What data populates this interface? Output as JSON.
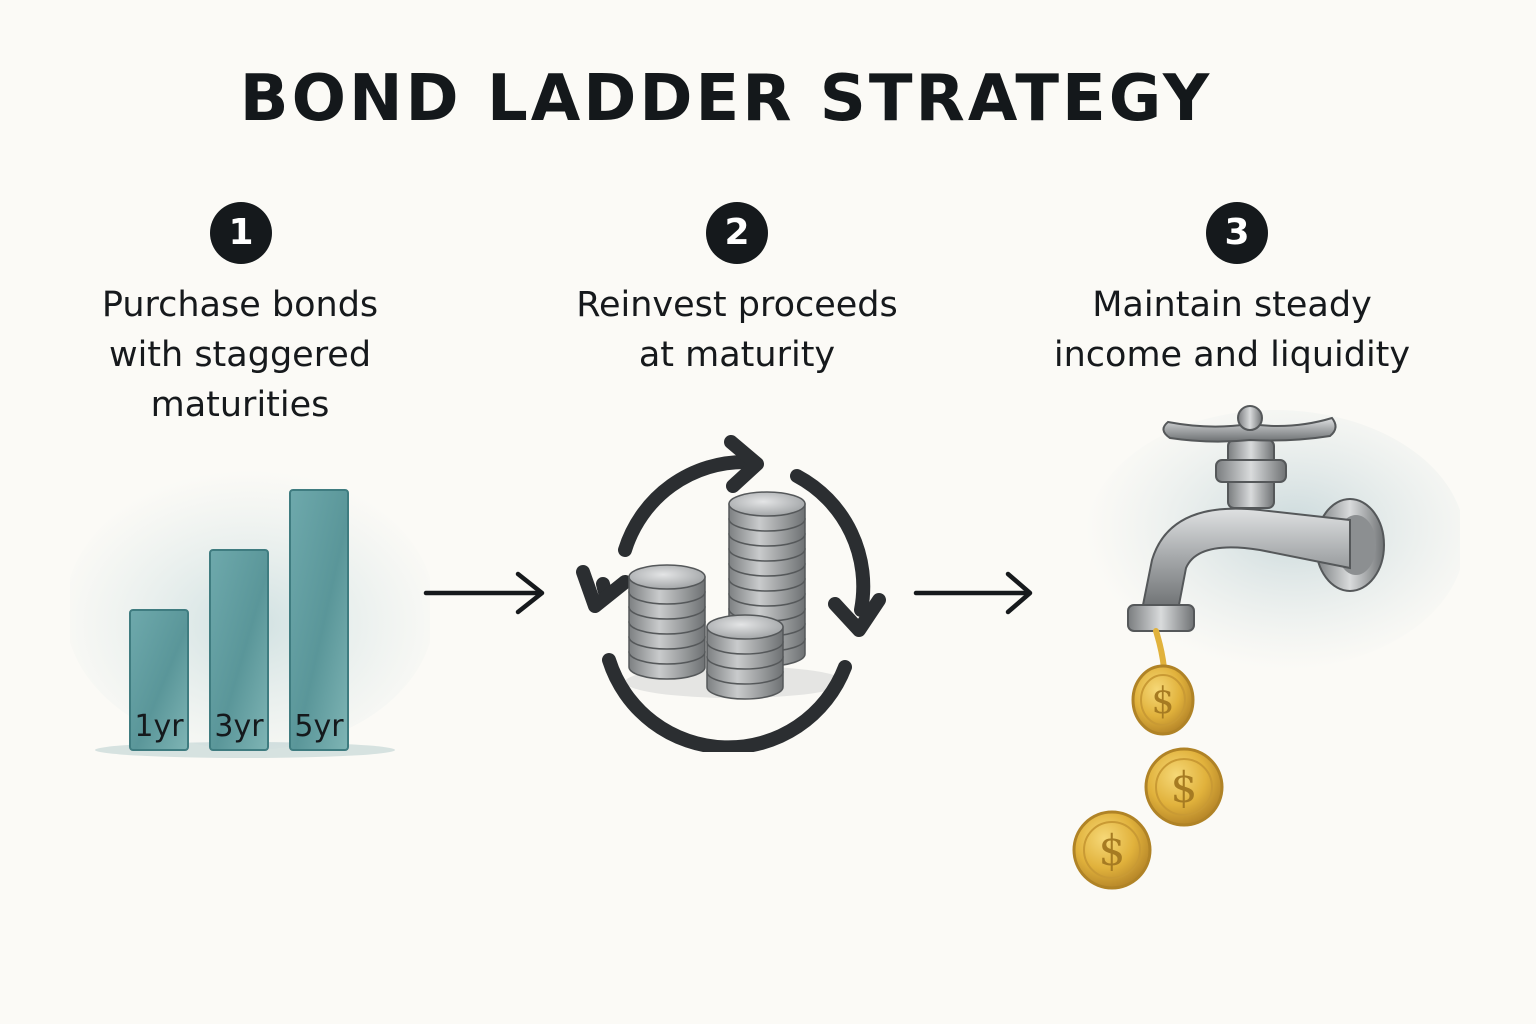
{
  "title": "BOND LADDER STRATEGY",
  "steps": [
    {
      "number": "1",
      "lines": [
        "Purchase bonds",
        "with staggered",
        "maturities"
      ],
      "icon": "bond-maturity-bars-icon",
      "bars": [
        {
          "label": "1yr",
          "maturity_years": 1
        },
        {
          "label": "3yr",
          "maturity_years": 3
        },
        {
          "label": "5yr",
          "maturity_years": 5
        }
      ]
    },
    {
      "number": "2",
      "lines": [
        "Reinvest proceeds",
        "at maturity"
      ],
      "icon": "coin-stacks-cycle-icon"
    },
    {
      "number": "3",
      "lines": [
        "Maintain steady",
        "income and liquidity"
      ],
      "icon": "faucet-dripping-coins-icon"
    }
  ],
  "connectors": [
    "arrow-right-icon",
    "arrow-right-icon"
  ],
  "colors": {
    "text": "#16191c",
    "bar_teal": "#5c9b9e",
    "coin_silver": "#9a9d9f",
    "coin_gold": "#e3b53f",
    "background": "#fbfaf6"
  }
}
